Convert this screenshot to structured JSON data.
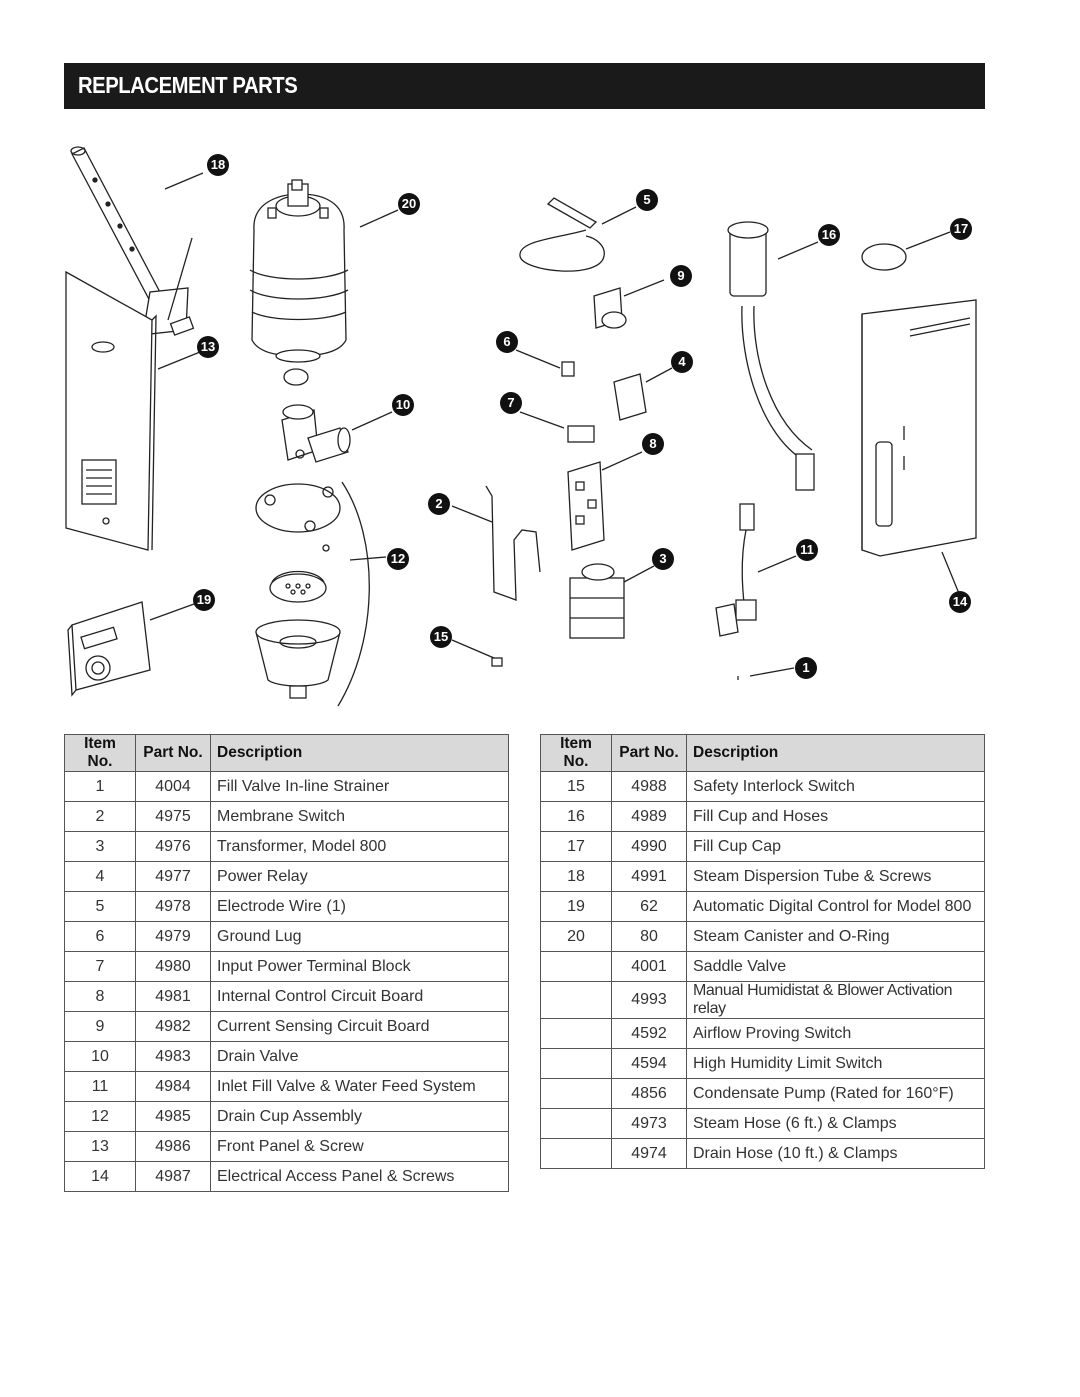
{
  "title": "REPLACEMENT PARTS",
  "callouts": [
    "18",
    "20",
    "5",
    "16",
    "17",
    "9",
    "13",
    "6",
    "4",
    "10",
    "7",
    "8",
    "2",
    "12",
    "3",
    "11",
    "19",
    "14",
    "15",
    "1"
  ],
  "table_headers": {
    "item": "Item No.",
    "part": "Part No.",
    "description": "Description"
  },
  "table_left": [
    {
      "item": "1",
      "part": "4004",
      "description": "Fill Valve In-line Strainer"
    },
    {
      "item": "2",
      "part": "4975",
      "description": "Membrane Switch"
    },
    {
      "item": "3",
      "part": "4976",
      "description": "Transformer, Model 800"
    },
    {
      "item": "4",
      "part": "4977",
      "description": "Power Relay"
    },
    {
      "item": "5",
      "part": "4978",
      "description": "Electrode Wire (1)"
    },
    {
      "item": "6",
      "part": "4979",
      "description": "Ground Lug"
    },
    {
      "item": "7",
      "part": "4980",
      "description": "Input Power Terminal Block"
    },
    {
      "item": "8",
      "part": "4981",
      "description": "Internal Control Circuit Board"
    },
    {
      "item": "9",
      "part": "4982",
      "description": "Current Sensing Circuit Board"
    },
    {
      "item": "10",
      "part": "4983",
      "description": "Drain Valve"
    },
    {
      "item": "11",
      "part": "4984",
      "description": "Inlet Fill Valve & Water Feed System"
    },
    {
      "item": "12",
      "part": "4985",
      "description": "Drain Cup Assembly"
    },
    {
      "item": "13",
      "part": "4986",
      "description": "Front Panel & Screw"
    },
    {
      "item": "14",
      "part": "4987",
      "description": "Electrical Access Panel & Screws"
    }
  ],
  "table_right": [
    {
      "item": "15",
      "part": "4988",
      "description": "Safety Interlock Switch"
    },
    {
      "item": "16",
      "part": "4989",
      "description": "Fill Cup and Hoses"
    },
    {
      "item": "17",
      "part": "4990",
      "description": "Fill Cup Cap"
    },
    {
      "item": "18",
      "part": "4991",
      "description": "Steam Dispersion Tube & Screws"
    },
    {
      "item": "19",
      "part": "62",
      "description": "Automatic Digital Control for Model 800"
    },
    {
      "item": "20",
      "part": "80",
      "description": "Steam Canister and O-Ring"
    },
    {
      "item": "",
      "part": "4001",
      "description": "Saddle Valve"
    },
    {
      "item": "",
      "part": "4993",
      "description": "Manual Humidistat & Blower Activation relay"
    },
    {
      "item": "",
      "part": "4592",
      "description": "Airflow Proving Switch"
    },
    {
      "item": "",
      "part": "4594",
      "description": "High Humidity Limit Switch"
    },
    {
      "item": "",
      "part": "4856",
      "description": "Condensate Pump (Rated for 160°F)"
    },
    {
      "item": "",
      "part": "4973",
      "description": "Steam Hose (6 ft.) & Clamps"
    },
    {
      "item": "",
      "part": "4974",
      "description": "Drain Hose (10 ft.) & Clamps"
    }
  ]
}
